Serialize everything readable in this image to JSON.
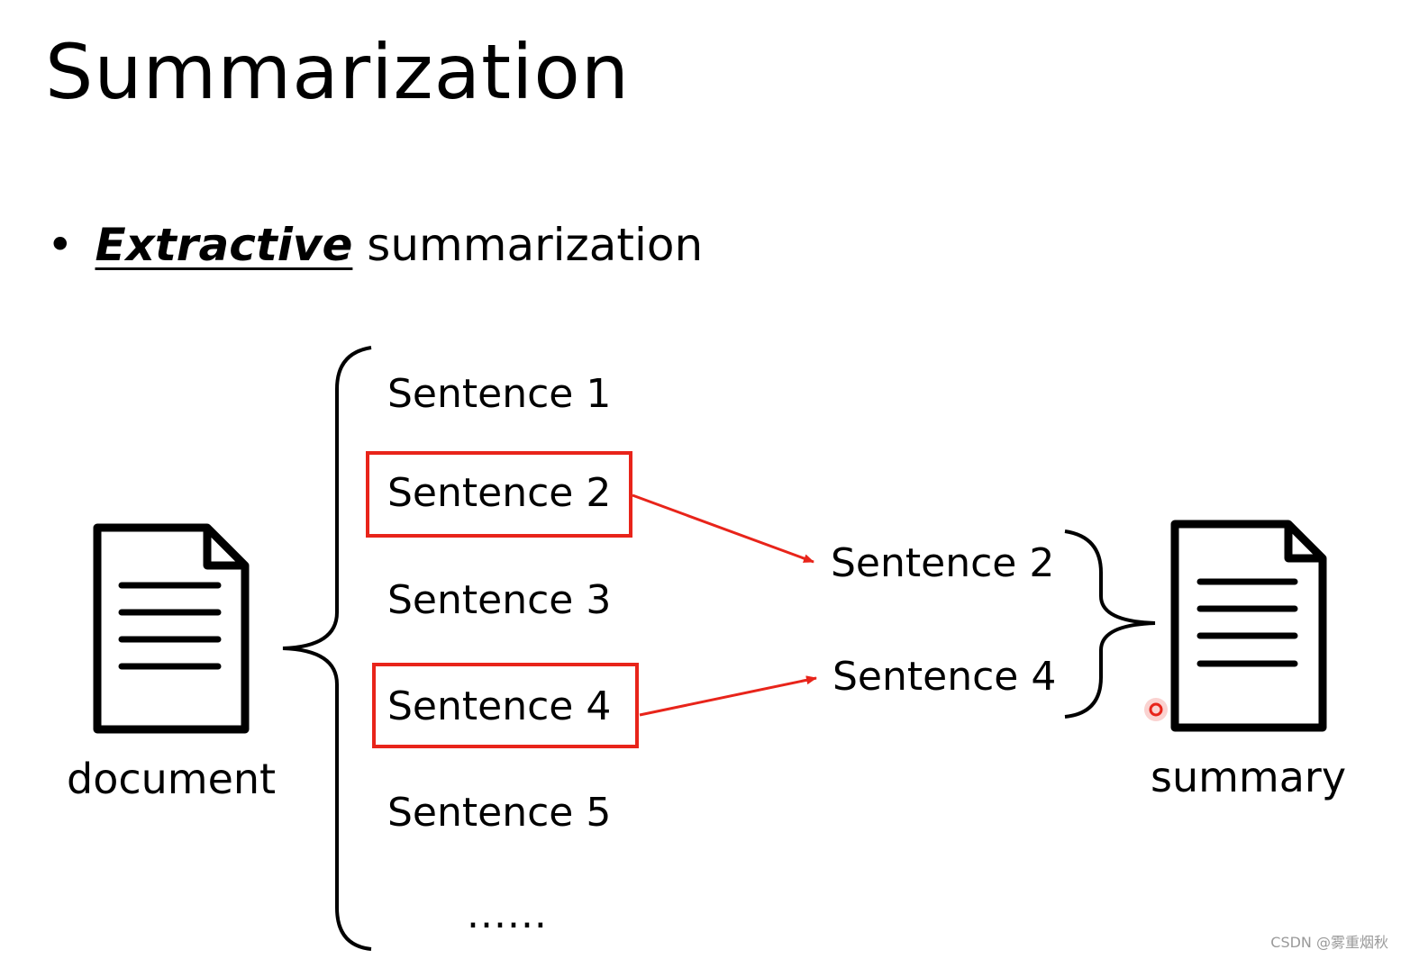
{
  "title": "Summarization",
  "bullet": {
    "marker": "•",
    "emphasis": "Extractive",
    "rest": "summarization"
  },
  "document": {
    "label": "document",
    "icon": "document-icon",
    "sentences": [
      "Sentence 1",
      "Sentence 2",
      "Sentence 3",
      "Sentence 4",
      "Sentence 5"
    ],
    "ellipsis": "......",
    "selected": [
      "Sentence 2",
      "Sentence 4"
    ]
  },
  "summary": {
    "label": "summary",
    "icon": "document-icon",
    "sentences": [
      "Sentence 2",
      "Sentence 4"
    ]
  },
  "colors": {
    "highlight": "#e8241a",
    "text": "#000000"
  },
  "watermark": "CSDN @雾重烟秋"
}
